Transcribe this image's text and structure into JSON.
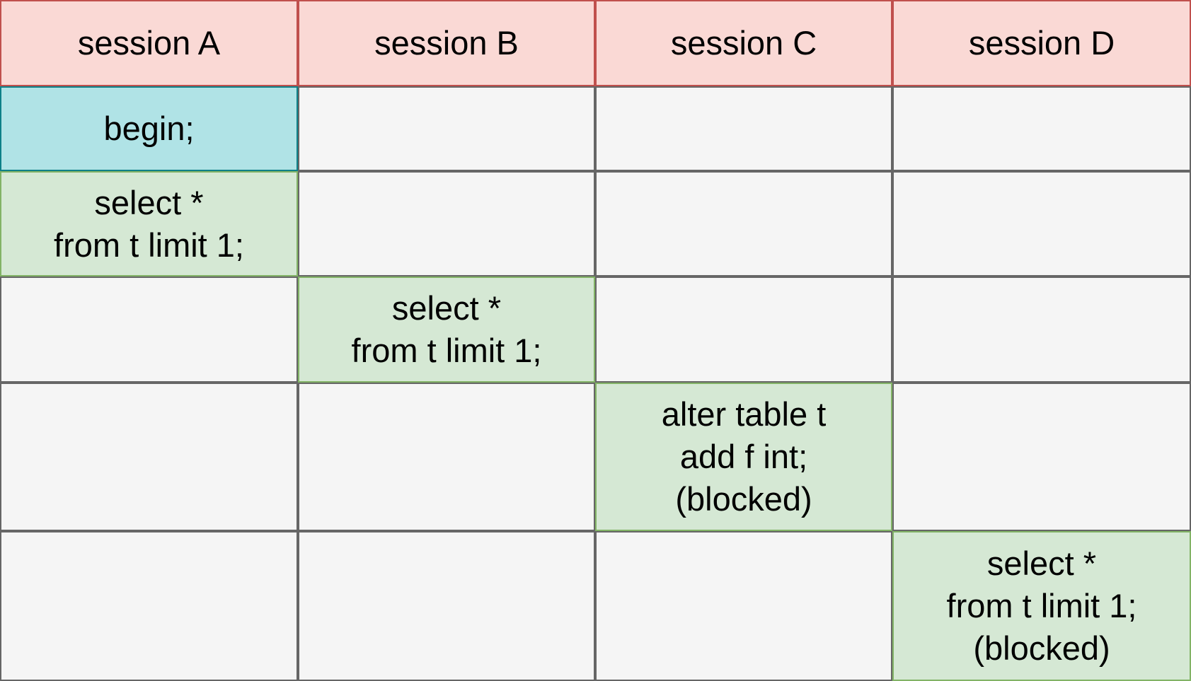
{
  "headers": [
    "session A",
    "session B",
    "session C",
    "session D"
  ],
  "rows": [
    {
      "col": 0,
      "text": "begin;",
      "style": "blue"
    },
    {
      "col": 0,
      "text": "select *\nfrom t limit 1;",
      "style": "green"
    },
    {
      "col": 1,
      "text": "select *\nfrom t limit 1;",
      "style": "green"
    },
    {
      "col": 2,
      "text": "alter table t\nadd f int;\n(blocked)",
      "style": "green"
    },
    {
      "col": 3,
      "text": "select *\nfrom t limit 1;\n(blocked)",
      "style": "green"
    }
  ],
  "colors": {
    "header_fill": "#fad9d5",
    "header_stroke": "#c0504d",
    "active_fill": "#d5e8d4",
    "active_stroke": "#82b366",
    "begin_fill": "#b0e3e6",
    "begin_stroke": "#0e8088",
    "empty_fill": "#f5f5f5",
    "empty_stroke": "#666666"
  }
}
